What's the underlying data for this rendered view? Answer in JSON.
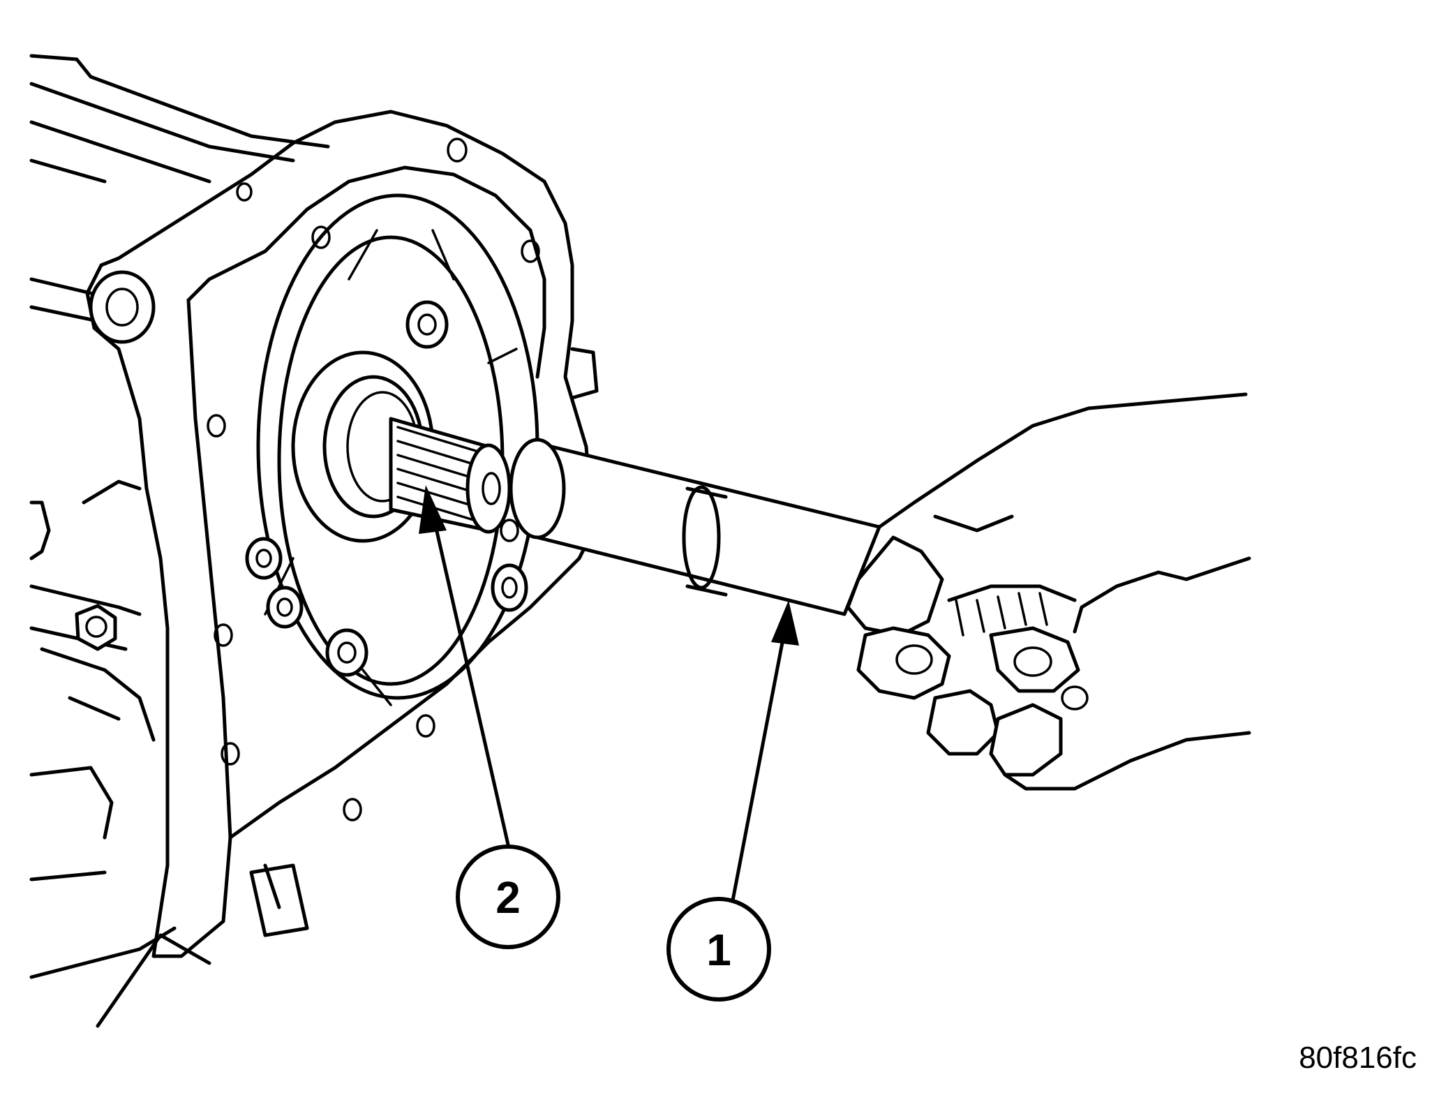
{
  "callouts": [
    {
      "id": "1",
      "label": "1"
    },
    {
      "id": "2",
      "label": "2"
    }
  ],
  "figure_code": "80f816fc",
  "colors": {
    "ink": "#000000",
    "paper": "#ffffff"
  }
}
